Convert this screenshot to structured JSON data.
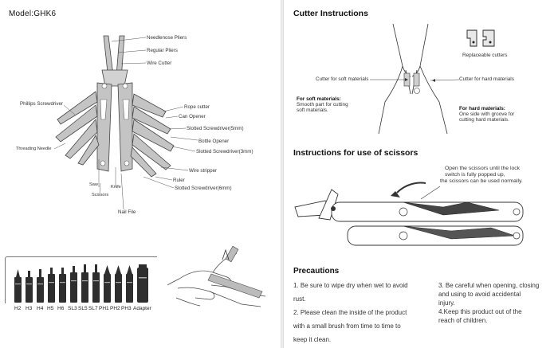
{
  "left": {
    "model": "Model:GHK6",
    "labels": {
      "needlenose": "Needlenose Pliers",
      "regular": "Regular Pliers",
      "wire_cutter": "Wire Cutter",
      "phillips": "Phillips Screwdriver",
      "rope": "Rope cutter",
      "can": "Can Opener",
      "slot5": "Slotted Screwdriver(5mm)",
      "bottle": "Bottle Opener",
      "slot3": "Slotted Screwdriver(3mm)",
      "threading": "Threading Needle",
      "wire_stripper": "Wire stripper",
      "saw": "Saw",
      "knife": "Knife",
      "scissors": "Scissors",
      "ruler": "Ruler",
      "slot6": "Slotted Screwdriver(6mm)",
      "nail": "Nail File"
    },
    "bits": [
      "H2",
      "H3",
      "H4",
      "H5",
      "H6",
      "SL3",
      "SL5",
      "SL7",
      "PH1",
      "PH2",
      "PH3",
      "Adapter"
    ]
  },
  "right": {
    "cutter_title": "Cutter Instructions",
    "replaceable": "Replaceable cutters",
    "soft_label": "Cutter for soft materials",
    "hard_label": "Cutter for hard materials",
    "soft_head": "For soft materials:",
    "soft_l1": "Smooth part for cutting",
    "soft_l2": "soft materials.",
    "hard_head": "For hard materials:",
    "hard_l1": "One side with groove for",
    "hard_l2": "cutting hard materials.",
    "scissors_title": "Instructions for use of scissors",
    "sc_l1": "Open the scissors until the lock",
    "sc_l2": "switch is fully popped up,",
    "sc_l3": "the scissors can be used normally.",
    "precautions_title": "Precautions",
    "p1a": "1. Be sure to wipe dry when wet to avoid",
    "p1b": "rust.",
    "p2a": "2. Please clean the inside of the product",
    "p2b": "with a small brush from time to time to",
    "p2c": "keep it clean.",
    "p3a": "3. Be careful when opening, closing",
    "p3b": "and using to avoid accidental",
    "p3c": "injury.",
    "p4a": "4.Keep this product out of the",
    "p4b": "reach of children."
  },
  "colors": {
    "line": "#555555",
    "steel": "#b8b8b8",
    "dark": "#333333"
  }
}
